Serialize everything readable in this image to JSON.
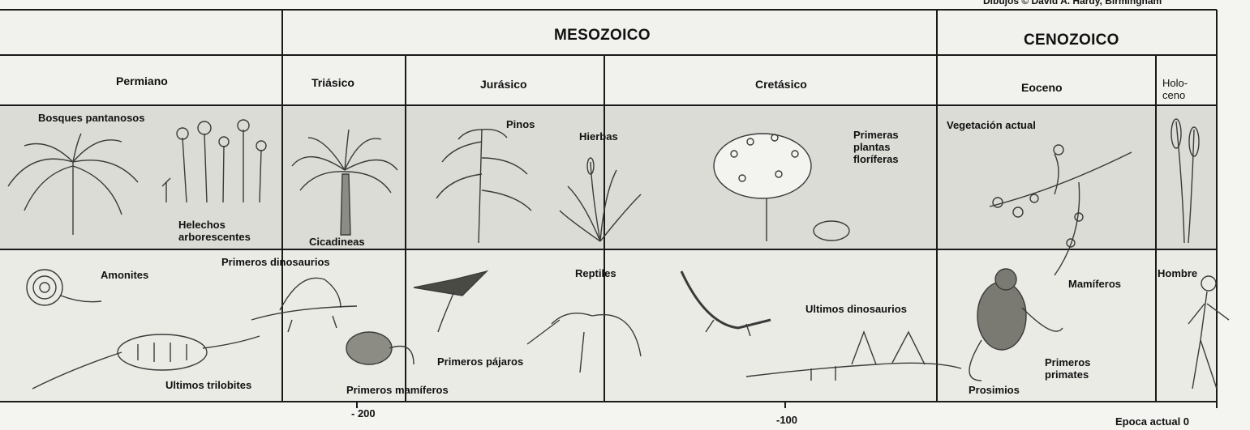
{
  "credit": "Dibujos © David A. Hardy, Birmingham",
  "eras": {
    "mesozoic": "MESOZOICO",
    "cenozoic": "CENOZOICO"
  },
  "periods": {
    "permian": "Permiano",
    "triassic": "Triásico",
    "jurassic": "Jurásico",
    "cretaceous": "Cretásico",
    "eocene": "Eoceno",
    "holocene": "Holo-\nceno"
  },
  "plants": {
    "swamp_forests": "Bosques pantanosos",
    "tree_ferns": "Helechos\narborescentes",
    "cycads": "Cicadineas",
    "pines": "Pinos",
    "grasses": "Hierbas",
    "first_flowering_plants": "Primeras\nplantas\nfloríferas",
    "modern_vegetation": "Vegetación actual"
  },
  "animals": {
    "ammonites": "Amonites",
    "first_dinosaurs": "Primeros dinosaurios",
    "reptiles": "Reptiles",
    "last_trilobites": "Ultimos trilobites",
    "first_mammals": "Primeros mamíferos",
    "first_birds": "Primeros pájaros",
    "last_dinosaurs": "Ultimos dinosaurios",
    "mammals": "Mamíferos",
    "first_primates": "Primeros\nprimates",
    "prosimians": "Prosimios",
    "man": "Hombre"
  },
  "timeline": {
    "tick_200": "- 200",
    "tick_100": "-100",
    "present": "Epoca actual 0"
  },
  "colors": {
    "plant_band": "#dcdcd6",
    "animal_band": "#ebebe6",
    "lines": "#1a1a1a",
    "illustration": "#3a3a3a"
  }
}
